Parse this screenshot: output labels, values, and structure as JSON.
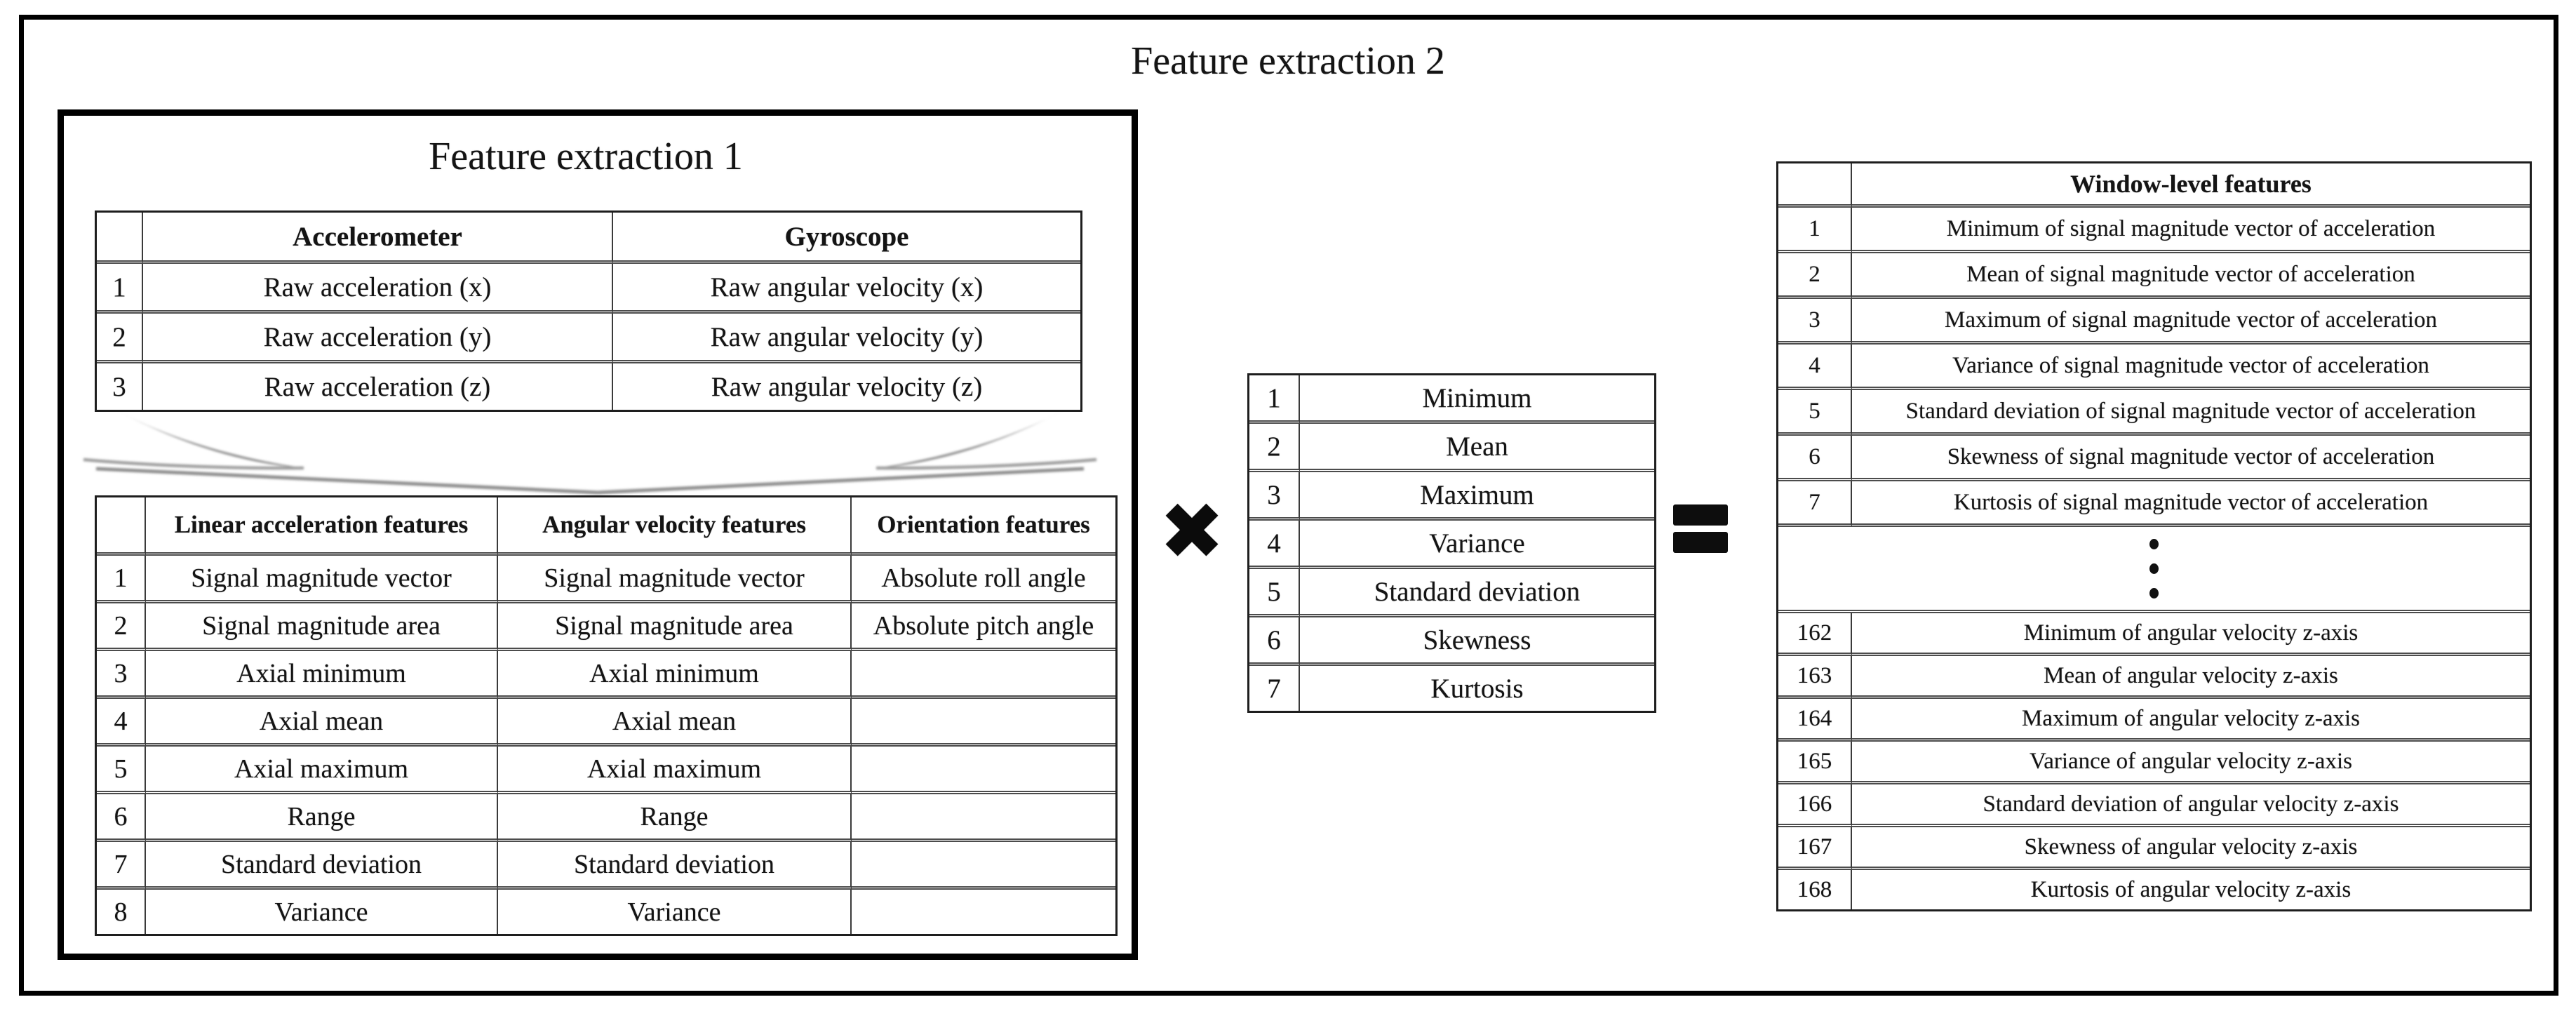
{
  "title": "Feature extraction 2",
  "colors": {
    "ink": "#141414",
    "frame": "#000000",
    "table_border": "#3a3a3a"
  },
  "icons": {
    "multiply": "✖",
    "equals": "=",
    "ellipsis": "⋮"
  },
  "fe1": {
    "title": "Feature extraction 1",
    "sensor_table": {
      "headers": [
        "Accelerometer",
        "Gyroscope"
      ],
      "rows": [
        {
          "num": "1",
          "accelerometer": "Raw acceleration (x)",
          "gyroscope": "Raw angular velocity (x)"
        },
        {
          "num": "2",
          "accelerometer": "Raw acceleration (y)",
          "gyroscope": "Raw angular velocity (y)"
        },
        {
          "num": "3",
          "accelerometer": "Raw acceleration (z)",
          "gyroscope": "Raw angular velocity (z)"
        }
      ]
    },
    "feature_table": {
      "headers": [
        "Linear acceleration features",
        "Angular velocity features",
        "Orientation features"
      ],
      "rows": [
        {
          "num": "1",
          "linear": "Signal magnitude vector",
          "angular": "Signal magnitude vector",
          "orientation": "Absolute roll angle"
        },
        {
          "num": "2",
          "linear": "Signal magnitude area",
          "angular": "Signal magnitude area",
          "orientation": "Absolute pitch angle"
        },
        {
          "num": "3",
          "linear": "Axial minimum",
          "angular": "Axial minimum",
          "orientation": ""
        },
        {
          "num": "4",
          "linear": "Axial mean",
          "angular": "Axial mean",
          "orientation": ""
        },
        {
          "num": "5",
          "linear": "Axial maximum",
          "angular": "Axial maximum",
          "orientation": ""
        },
        {
          "num": "6",
          "linear": "Range",
          "angular": "Range",
          "orientation": ""
        },
        {
          "num": "7",
          "linear": "Standard deviation",
          "angular": "Standard deviation",
          "orientation": ""
        },
        {
          "num": "8",
          "linear": "Variance",
          "angular": "Variance",
          "orientation": ""
        }
      ]
    }
  },
  "stats_table": {
    "rows": [
      {
        "num": "1",
        "label": "Minimum"
      },
      {
        "num": "2",
        "label": "Mean"
      },
      {
        "num": "3",
        "label": "Maximum"
      },
      {
        "num": "4",
        "label": "Variance"
      },
      {
        "num": "5",
        "label": "Standard deviation"
      },
      {
        "num": "6",
        "label": "Skewness"
      },
      {
        "num": "7",
        "label": "Kurtosis"
      }
    ]
  },
  "window_table": {
    "header": "Window-level features",
    "rows_top": [
      {
        "num": "1",
        "label": "Minimum of signal magnitude vector of acceleration"
      },
      {
        "num": "2",
        "label": "Mean of signal magnitude vector of acceleration"
      },
      {
        "num": "3",
        "label": "Maximum of signal magnitude vector of acceleration"
      },
      {
        "num": "4",
        "label": "Variance of signal magnitude vector of acceleration"
      },
      {
        "num": "5",
        "label": "Standard deviation of signal magnitude vector of acceleration"
      },
      {
        "num": "6",
        "label": "Skewness of signal magnitude vector of acceleration"
      },
      {
        "num": "7",
        "label": "Kurtosis of signal magnitude vector of acceleration"
      }
    ],
    "rows_bottom": [
      {
        "num": "162",
        "label": "Minimum of angular velocity z-axis"
      },
      {
        "num": "163",
        "label": "Mean of angular velocity z-axis"
      },
      {
        "num": "164",
        "label": "Maximum of angular velocity z-axis"
      },
      {
        "num": "165",
        "label": "Variance of angular velocity z-axis"
      },
      {
        "num": "166",
        "label": "Standard deviation of angular velocity z-axis"
      },
      {
        "num": "167",
        "label": "Skewness of angular velocity z-axis"
      },
      {
        "num": "168",
        "label": "Kurtosis of angular velocity z-axis"
      }
    ]
  }
}
